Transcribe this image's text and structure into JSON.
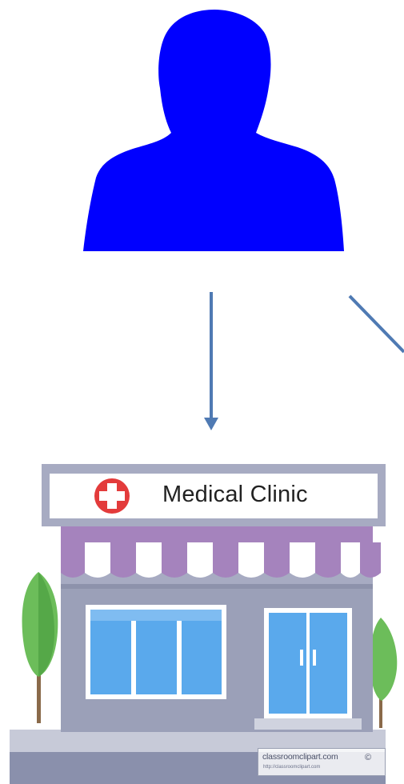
{
  "clinic": {
    "sign_label": "Medical Clinic"
  },
  "watermark": {
    "name": "classroomclipart.com",
    "url": "http://classroomclipart.com",
    "copyright_symbol": "©"
  },
  "colors": {
    "person": "#0000ff",
    "arrow": "#4f7ab3",
    "awning_purple": "#a583bd",
    "sign_cross": "#e33b3b",
    "window_blue": "#5aa9ec",
    "tree_green": "#6cbd5a",
    "building_gray": "#9ba0b8"
  },
  "icons": {
    "person": "person-silhouette-icon",
    "clinic": "medical-clinic-building-icon",
    "cross": "medical-cross-icon"
  }
}
